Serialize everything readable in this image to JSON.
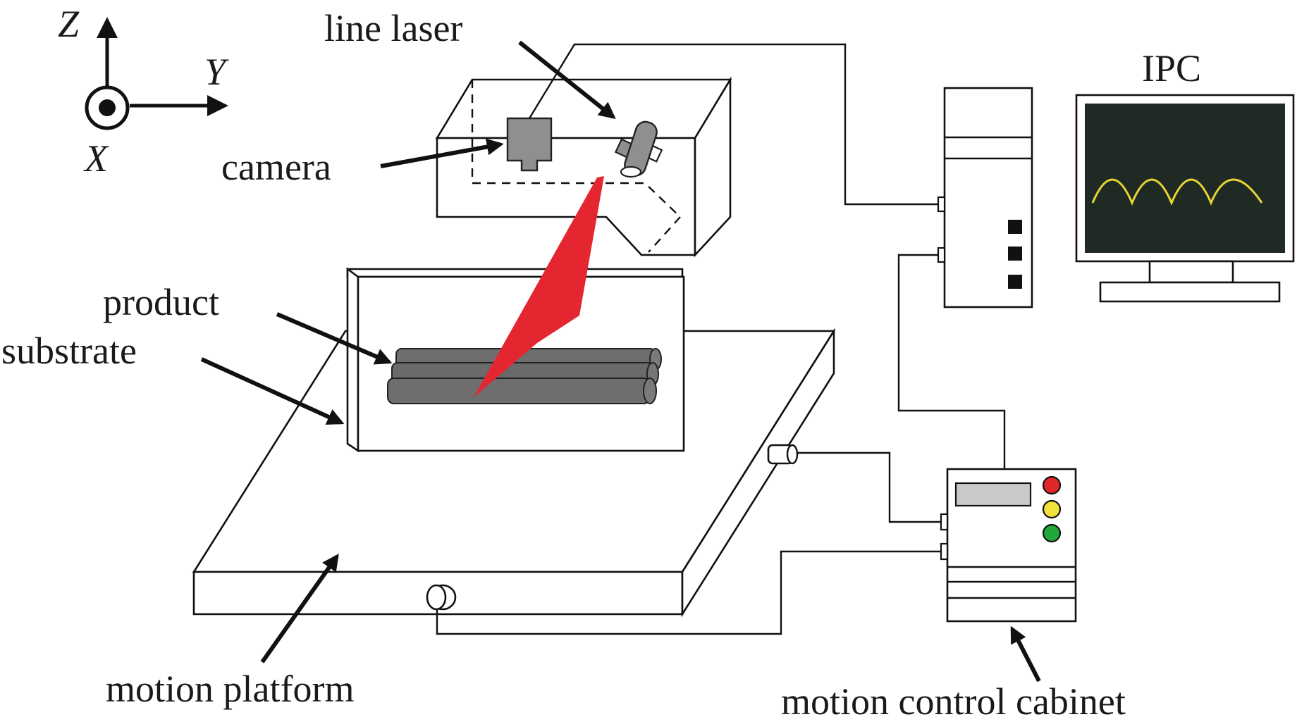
{
  "axes": {
    "z": "Z",
    "y": "Y",
    "x": "X"
  },
  "labels": {
    "line_laser": "line laser",
    "camera": "camera",
    "ipc": "IPC",
    "product": "product",
    "substrate": "substrate",
    "motion_platform": "motion platform",
    "motion_control_cabinet": "motion control cabinet"
  },
  "colors": {
    "laser": "#e42630",
    "component_gray": "#8f8f8f",
    "product_gray": "#6e6e6e",
    "screen": "#1f2a24",
    "signal": "#e7d634",
    "light_red": "#e02828",
    "light_yellow": "#f1e13a",
    "light_green": "#22a83a",
    "display": "#c9c9c9"
  }
}
